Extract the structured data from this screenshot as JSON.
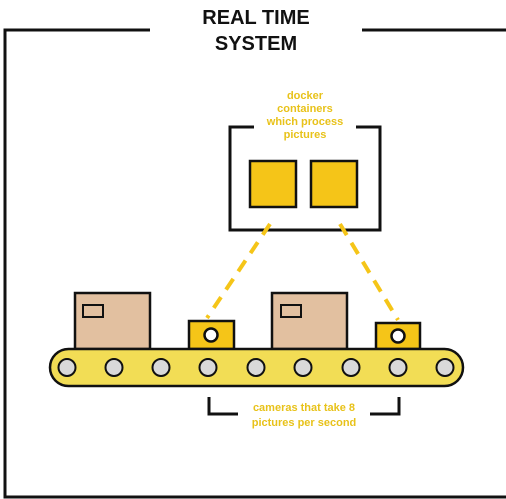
{
  "title": {
    "line1": "REAL TIME",
    "line2": "SYSTEM"
  },
  "docker_box": {
    "caption_lines": [
      "docker",
      "containers",
      "which process",
      "pictures"
    ]
  },
  "cameras": {
    "caption_lines": [
      "cameras that take 8",
      "pictures per second"
    ]
  },
  "colors": {
    "accent_yellow": "#f5c518",
    "label_yellow": "#e8c21a",
    "belt_yellow": "#f2dd55",
    "box_tan": "#e2c0a0",
    "roller_gray": "#d9d9d9",
    "line_black": "#111111"
  },
  "icons": [
    "container-icon",
    "camera-icon",
    "box-icon",
    "roller-icon"
  ]
}
